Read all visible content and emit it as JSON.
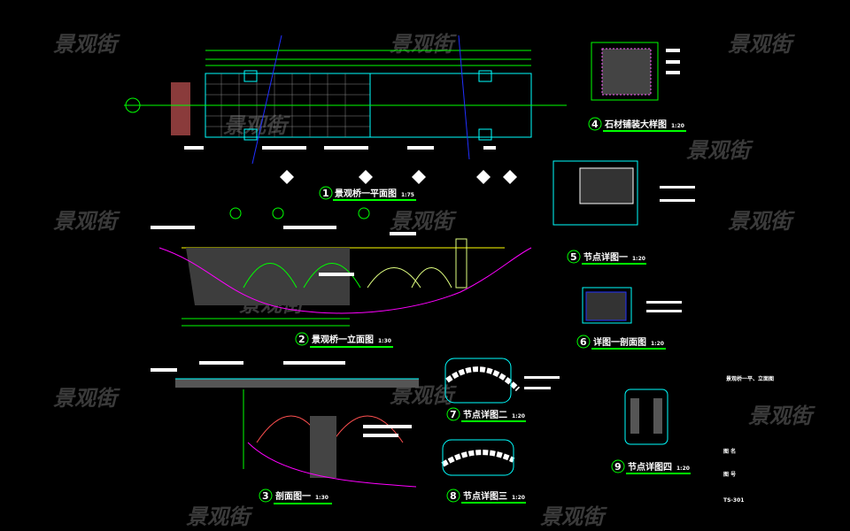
{
  "watermark": "景观街",
  "drawings": [
    {
      "num": "1",
      "title": "景观桥一平面图",
      "scale": "1:75"
    },
    {
      "num": "2",
      "title": "景观桥一立面图",
      "scale": "1:30"
    },
    {
      "num": "3",
      "title": "剖面图一",
      "scale": "1:30"
    },
    {
      "num": "4",
      "title": "石材铺装大样图",
      "scale": "1:20"
    },
    {
      "num": "5",
      "title": "节点详图一",
      "scale": "1:20"
    },
    {
      "num": "6",
      "title": "详图一剖面图",
      "scale": "1:20"
    },
    {
      "num": "7",
      "title": "节点详图二",
      "scale": "1:20"
    },
    {
      "num": "8",
      "title": "节点详图三",
      "scale": "1:20"
    },
    {
      "num": "9",
      "title": "节点详图四",
      "scale": "1:20"
    }
  ],
  "title_block": {
    "drawing_title": "景观桥一平、立面图",
    "name_label": "图 名",
    "number_label": "图 号",
    "number": "TS-301"
  },
  "colors": {
    "background": "#000000",
    "line_primary": "#00ff00",
    "line_secondary": "#00ffff",
    "ground": "#ff00ff",
    "masonry": "#888888"
  }
}
